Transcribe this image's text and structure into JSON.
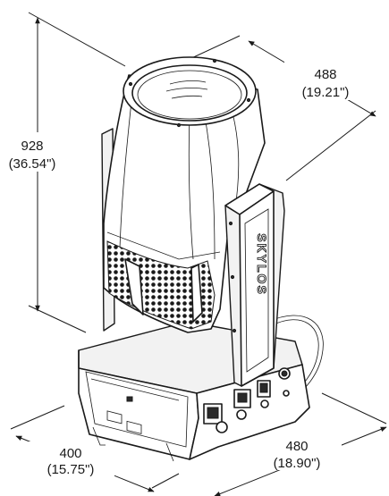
{
  "dimensions": {
    "height": {
      "mm": "928",
      "inch": "(36.54\")"
    },
    "depth": {
      "mm": "488",
      "inch": "(19.21\")"
    },
    "width_front": {
      "mm": "400",
      "inch": "(15.75\")"
    },
    "width_side": {
      "mm": "480",
      "inch": "(18.90\")"
    }
  },
  "logo": {
    "text": "SKYLOS"
  }
}
